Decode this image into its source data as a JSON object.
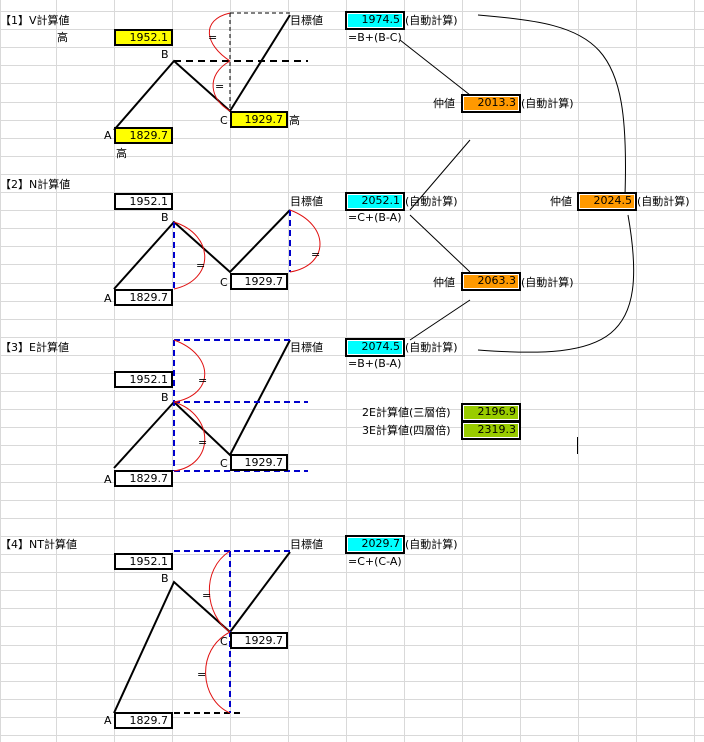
{
  "sections": {
    "v": {
      "title": "【1】V計算値",
      "B": "1952.1",
      "A": "1829.7",
      "C": "1929.7",
      "target_label": "目標値",
      "target": "1974.5",
      "auto": "(自動計算)",
      "formula": "=B+(B-C)",
      "high_label": "高",
      "labels": {
        "A": "A",
        "B": "B",
        "C": "C"
      },
      "eq": "="
    },
    "n": {
      "title": "【2】N計算値",
      "B": "1952.1",
      "A": "1829.7",
      "C": "1929.7",
      "target_label": "目標値",
      "target": "2052.1",
      "auto": "(自動計算)",
      "formula": "=C+(B-A)",
      "labels": {
        "A": "A",
        "B": "B",
        "C": "C"
      },
      "eq": "="
    },
    "e": {
      "title": "【3】E計算値",
      "B": "1952.1",
      "A": "1829.7",
      "C": "1929.7",
      "target_label": "目標値",
      "target": "2074.5",
      "auto": "(自動計算)",
      "formula": "=B+(B-A)",
      "labels": {
        "A": "A",
        "B": "B",
        "C": "C"
      },
      "eq": "=",
      "extra": [
        {
          "label": "2E計算値(三層倍)",
          "value": "2196.9"
        },
        {
          "label": "3E計算値(四層倍)",
          "value": "2319.3"
        }
      ]
    },
    "nt": {
      "title": "【4】NT計算値",
      "B": "1952.1",
      "A": "1829.7",
      "C": "1929.7",
      "target_label": "目標値",
      "target": "2029.7",
      "auto": "(自動計算)",
      "formula": "=C+(C-A)",
      "labels": {
        "A": "A",
        "B": "B",
        "C": "C"
      },
      "eq": "="
    }
  },
  "mid": {
    "label": "仲値",
    "vn": "2013.3",
    "ne": "2063.3",
    "ve": "2024.5",
    "auto": "(自動計算)"
  },
  "colors": {
    "yellow": "#ffff00",
    "cyan": "#00ffff",
    "orange": "#ff9900",
    "green": "#99cc00",
    "grid": "#d9d9d9",
    "dash_blue": "#0000cc",
    "curve_red": "#e01010"
  }
}
